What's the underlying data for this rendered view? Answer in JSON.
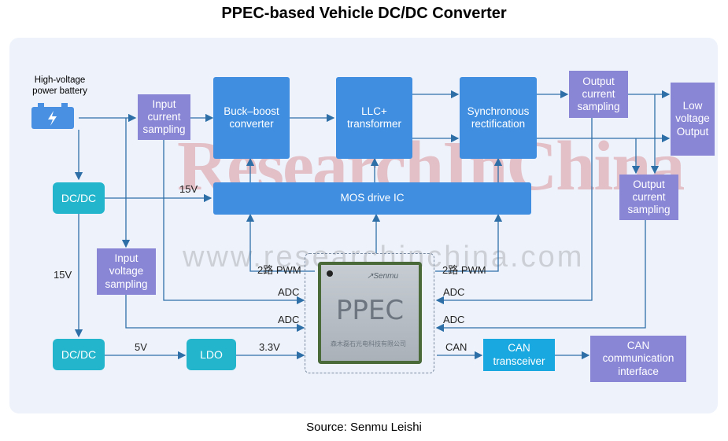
{
  "title": "PPEC-based Vehicle DC/DC Converter",
  "source": "Source: Senmu Leishi",
  "battery": {
    "label": "High-voltage power battery",
    "icon": "battery-icon"
  },
  "blocks": {
    "input_current_sampling": "Input current sampling",
    "buck_boost": "Buck–boost converter",
    "llc": "LLC+ transformer",
    "sync_rect": "Synchronous rectification",
    "output_current_sampling_top": "Output current sampling",
    "low_voltage_output": "Low voltage Output",
    "output_current_sampling_mid": "Output current sampling",
    "mos_drive": "MOS drive IC",
    "dcdc_top": "DC/DC",
    "dcdc_bottom": "DC/DC",
    "input_voltage_sampling": "Input voltage sampling",
    "ldo": "LDO",
    "can_transceiver": "CAN transceiver",
    "can_interface": "CAN communication interface"
  },
  "chip": {
    "name": "PPEC",
    "brand": "↗Senmu",
    "small": "森木磊石光电科技有限公司"
  },
  "labels": {
    "v15_top": "15V",
    "v15_left": "15V",
    "v5": "5V",
    "v33": "3.3V",
    "pwm_left": "2路 PWM",
    "pwm_right": "2路 PWM",
    "adc_l1": "ADC",
    "adc_l2": "ADC",
    "adc_r1": "ADC",
    "adc_r2": "ADC",
    "can": "CAN"
  },
  "watermark": {
    "main": "ResearchInChina",
    "url": "www.researchinchina.com"
  },
  "colors": {
    "block_blue": "#3f8ee0",
    "block_purple": "#8a86d6",
    "block_teal": "#23b5cc",
    "line": "#2f6fa8",
    "panel": "#eef3fb"
  }
}
